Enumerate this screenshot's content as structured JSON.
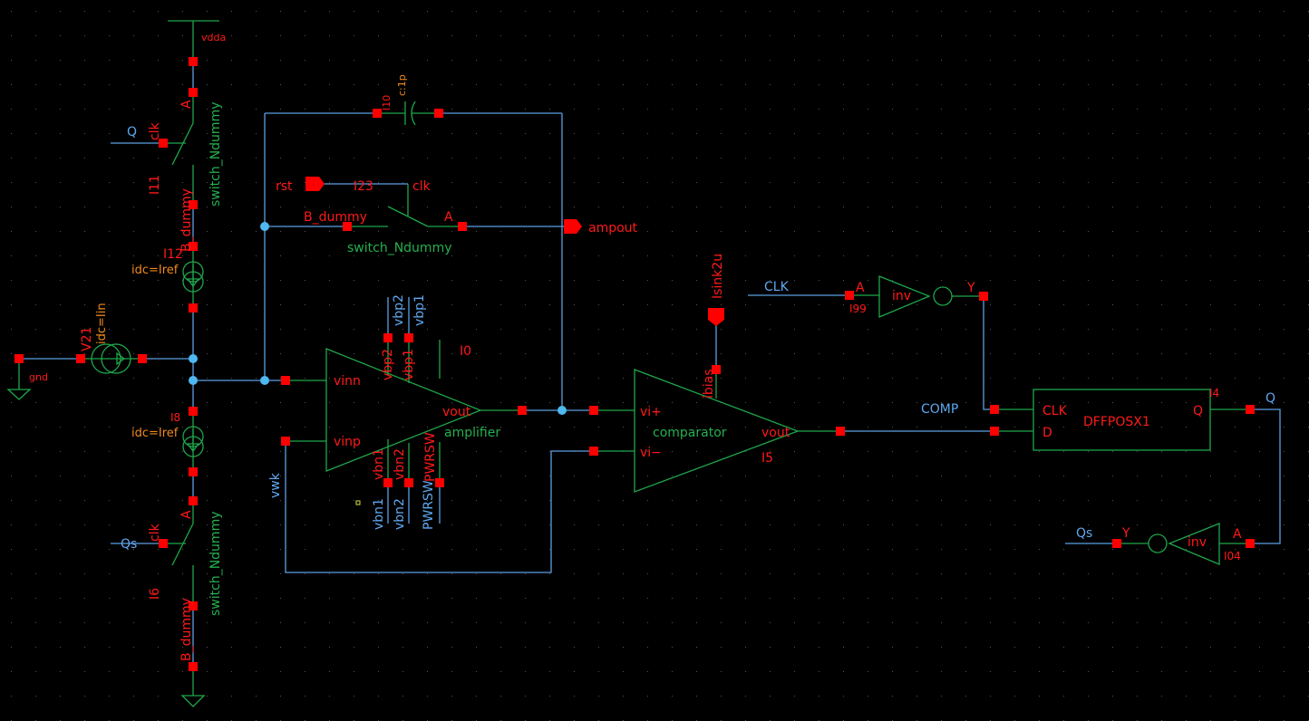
{
  "colors": {
    "background": "#000000",
    "wire": "#5b9fe3",
    "symbol": "#1fa64a",
    "pin": "#ff0000",
    "label": "#ff1a1a"
  },
  "left": {
    "vdda": "vdda",
    "gnd": "gnd",
    "q": "Q",
    "qs": "Qs",
    "sw_top": {
      "inst": "I11",
      "cell": "switch_Ndummy",
      "a": "A",
      "clk": "clk",
      "b": "B_dummy"
    },
    "sw_bot": {
      "inst": "I6",
      "cell": "switch_Ndummy",
      "a": "A",
      "clk": "clk",
      "b": "B_dummy"
    },
    "src_top": {
      "inst": "I12",
      "param": "idc=Iref"
    },
    "src_bot": {
      "inst": "I8",
      "param": "idc=Iref"
    },
    "src_in": {
      "inst": "V21",
      "param": "idc=Iin"
    }
  },
  "cap": {
    "inst": "I10",
    "param": "c:1p"
  },
  "rst_switch": {
    "rst": "rst",
    "inst": "I23",
    "clk": "clk",
    "b": "B_dummy",
    "a": "A",
    "cell": "switch_Ndummy",
    "out": "ampout"
  },
  "amplifier": {
    "inst": "I0",
    "cell": "amplifier",
    "vinn": "vinn",
    "vinp": "vinp",
    "vout": "vout",
    "vbp2": "vbp2",
    "vbp1": "vbp1",
    "vbn1": "vbn1",
    "vbn2": "vbn2",
    "pwrsw": "PWRSW",
    "vwk": "vwk"
  },
  "comparator": {
    "inst": "I5",
    "cell": "comparator",
    "vip": "vi+",
    "vim": "vi−",
    "vout": "vout",
    "ibias": "ibias",
    "isink": "Isink2u"
  },
  "inv1": {
    "inst": "I99",
    "cell": "inv",
    "a": "A",
    "y": "Y",
    "net": "CLK"
  },
  "dff": {
    "inst": "I4",
    "cell": "DFFPOSX1",
    "clk": "CLK",
    "d": "D",
    "q": "Q",
    "net_comp": "COMP",
    "net_q": "Q"
  },
  "inv2": {
    "inst": "I04",
    "cell": "inv",
    "a": "A",
    "y": "Y",
    "net": "Qs"
  }
}
